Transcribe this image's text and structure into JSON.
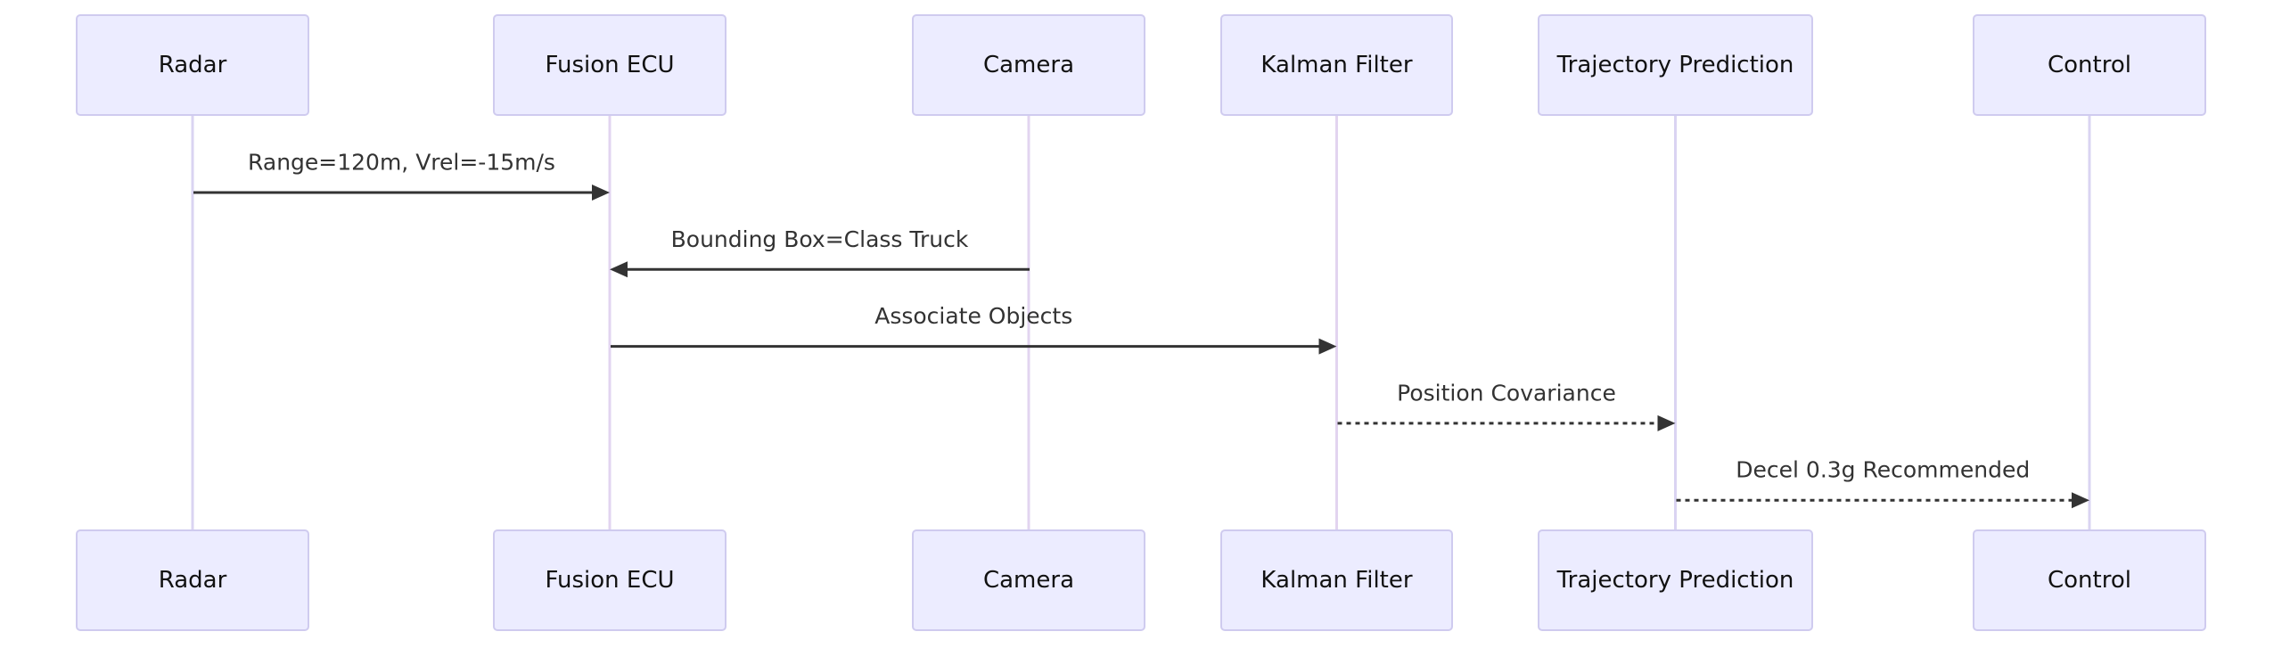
{
  "diagram": {
    "type": "sequence",
    "colors": {
      "actor_fill": "#ECECFF",
      "actor_border": "#CFCBEF",
      "lifeline": "#DAD4F2",
      "lifeline_alt": "#E2D4F0",
      "message": "#333333",
      "actor_text": "#111111"
    },
    "actors": [
      {
        "id": "radar",
        "label": "Radar"
      },
      {
        "id": "fusion",
        "label": "Fusion ECU"
      },
      {
        "id": "camera",
        "label": "Camera"
      },
      {
        "id": "kalman",
        "label": "Kalman Filter"
      },
      {
        "id": "trajectory",
        "label": "Trajectory Prediction"
      },
      {
        "id": "control",
        "label": "Control"
      }
    ],
    "messages": [
      {
        "from": "radar",
        "to": "fusion",
        "label": "Range=120m, Vrel=-15m/s",
        "style": "solid"
      },
      {
        "from": "camera",
        "to": "fusion",
        "label": "Bounding Box=Class Truck",
        "style": "solid"
      },
      {
        "from": "fusion",
        "to": "kalman",
        "label": "Associate Objects",
        "style": "solid"
      },
      {
        "from": "kalman",
        "to": "trajectory",
        "label": "Position Covariance",
        "style": "dashed"
      },
      {
        "from": "trajectory",
        "to": "control",
        "label": "Decel 0.3g Recommended",
        "style": "dashed"
      }
    ]
  }
}
